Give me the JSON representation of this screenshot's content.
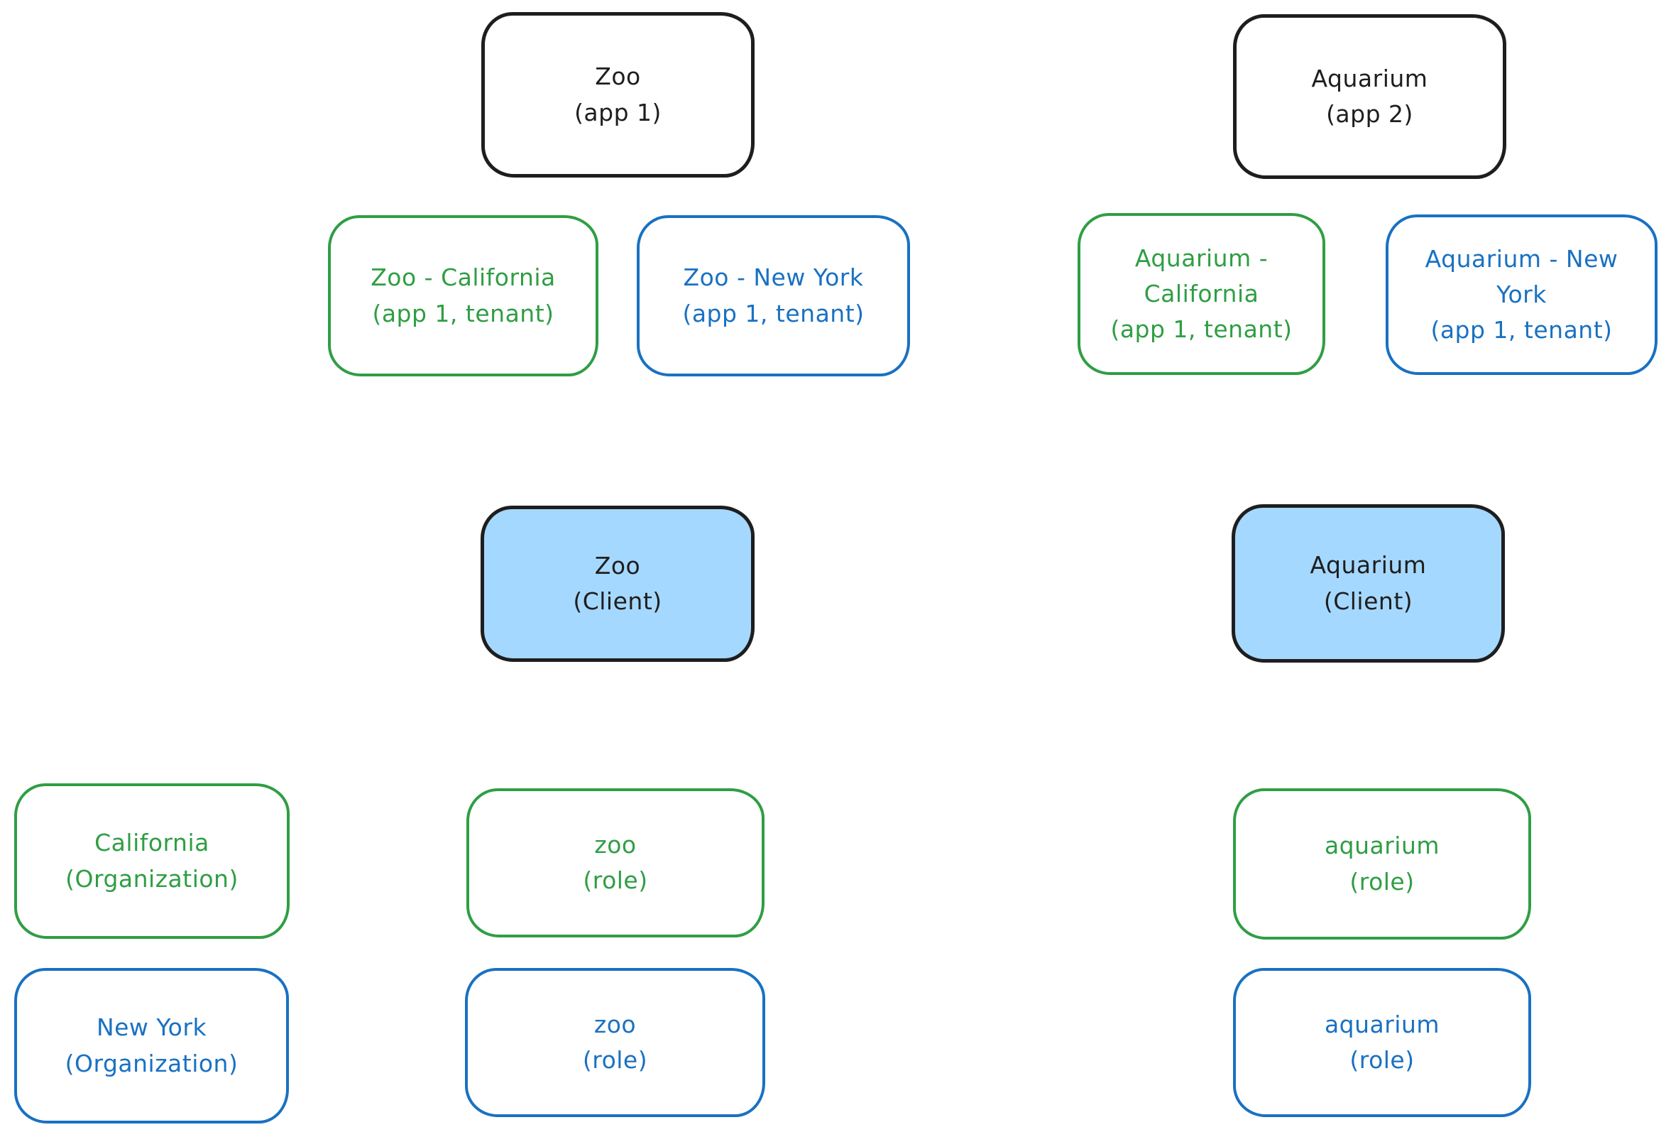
{
  "palette": {
    "black_stroke": "#1e1e1e",
    "green_stroke": "#2f9e44",
    "blue_stroke": "#1971c2",
    "client_fill": "#a5d8ff",
    "background": "#ffffff"
  },
  "nodes": [
    {
      "id": "zoo-app",
      "color": "black",
      "filled": false,
      "lines": [
        "Zoo",
        "(app 1)"
      ]
    },
    {
      "id": "aquarium-app",
      "color": "black",
      "filled": false,
      "lines": [
        "Aquarium",
        "(app 2)"
      ]
    },
    {
      "id": "zoo-california",
      "color": "green",
      "filled": false,
      "lines": [
        "Zoo - California",
        "(app 1, tenant)"
      ]
    },
    {
      "id": "zoo-newyork",
      "color": "blue",
      "filled": false,
      "lines": [
        "Zoo - New York",
        "(app 1, tenant)"
      ]
    },
    {
      "id": "aquarium-california",
      "color": "green",
      "filled": false,
      "lines": [
        "Aquarium -",
        "California",
        "(app 1, tenant)"
      ]
    },
    {
      "id": "aquarium-newyork",
      "color": "blue",
      "filled": false,
      "lines": [
        "Aquarium - New",
        "York",
        "(app 1, tenant)"
      ]
    },
    {
      "id": "zoo-client",
      "color": "black",
      "filled": true,
      "lines": [
        "Zoo",
        "(Client)"
      ]
    },
    {
      "id": "aquarium-client",
      "color": "black",
      "filled": true,
      "lines": [
        "Aquarium",
        "(Client)"
      ]
    },
    {
      "id": "california-org",
      "color": "green",
      "filled": false,
      "lines": [
        "California",
        "(Organization)"
      ]
    },
    {
      "id": "newyork-org",
      "color": "blue",
      "filled": false,
      "lines": [
        "New York",
        "(Organization)"
      ]
    },
    {
      "id": "zoo-role-green",
      "color": "green",
      "filled": false,
      "lines": [
        "zoo",
        "(role)"
      ]
    },
    {
      "id": "zoo-role-blue",
      "color": "blue",
      "filled": false,
      "lines": [
        "zoo",
        "(role)"
      ]
    },
    {
      "id": "aquarium-role-green",
      "color": "green",
      "filled": false,
      "lines": [
        "aquarium",
        "(role)"
      ]
    },
    {
      "id": "aquarium-role-blue",
      "color": "blue",
      "filled": false,
      "lines": [
        "aquarium",
        "(role)"
      ]
    }
  ]
}
